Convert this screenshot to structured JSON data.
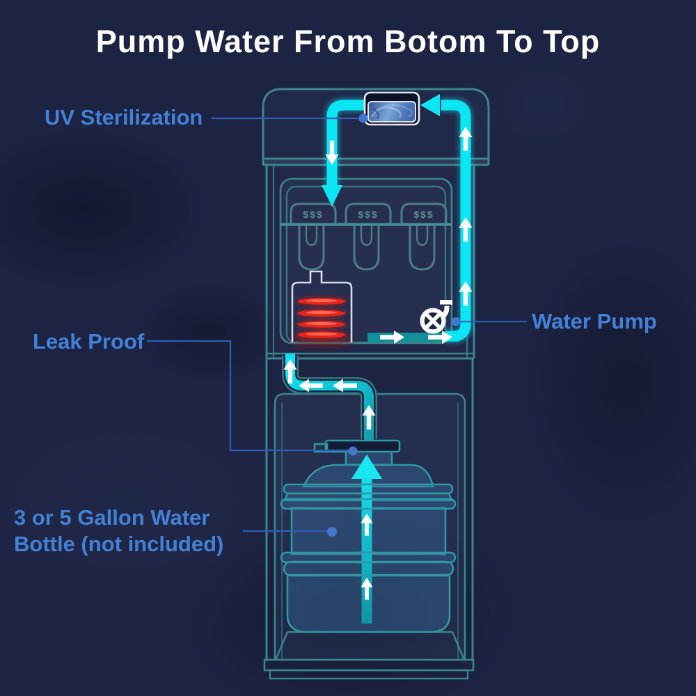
{
  "title": "Pump Water From Botom To Top",
  "callouts": {
    "uv_sterilization": {
      "label": "UV Sterilization"
    },
    "water_pump": {
      "label": "Water Pump"
    },
    "leak_proof": {
      "label": "Leak Proof"
    },
    "gallon_bottle": {
      "label": "3 or 5 Gallon Water Bottle (not included)"
    }
  },
  "dispenser": {
    "faucet_symbol": "$$$",
    "faucet_count": 3
  },
  "colors": {
    "background": "#1d2342",
    "title_text": "#ffffff",
    "label_text": "#4381d7",
    "connector_line": "#2d5cb5",
    "connector_dot": "#4377cf",
    "pipe_bright_cyan": "#0ae6f4",
    "pipe_teal": "#119099",
    "cabinet_outline": "#3a868d",
    "bottle_outline": "#2f98a2",
    "heater_coil_red": "#ea2418",
    "heater_outline": "#d9dde8",
    "uv_panel_blue": "#6f9ed6",
    "arrow_white": "#ffffff"
  }
}
